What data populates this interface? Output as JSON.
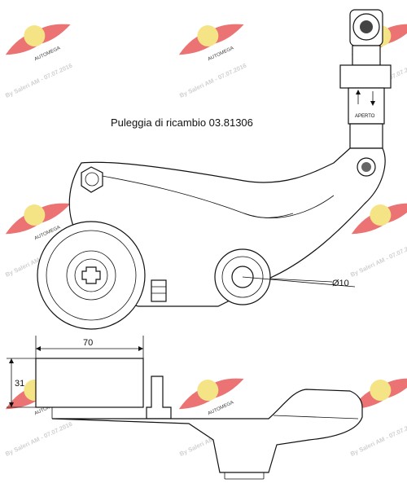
{
  "caption": "Puleggia di ricambio 03.81306",
  "labels": {
    "tensioner_state": "APERTO",
    "bore_diameter": "Ø10",
    "pulley_width": "70",
    "pulley_height": "31"
  },
  "watermark": {
    "text": "By Saleri AM - 07.07.2016",
    "logo_caption": "AUTOMEGA"
  },
  "colors": {
    "watermark_red": "#e85a5a",
    "watermark_yellow": "#f2e070",
    "watermark_text": "#c8c8c8",
    "line": "#111111"
  }
}
